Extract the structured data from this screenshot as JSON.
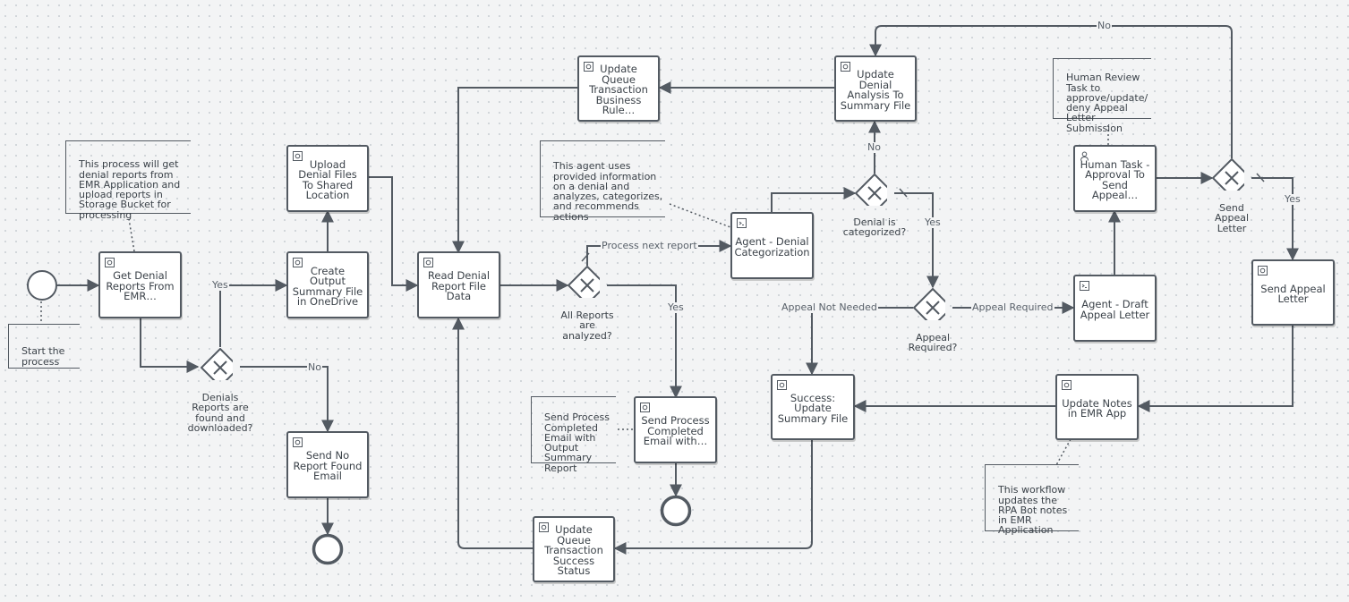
{
  "tasks": {
    "get_denial": "Get Denial Reports From EMR…",
    "create_output": "Create Output Summary File in OneDrive",
    "upload_denial": "Upload Denial Files To Shared Location",
    "send_no_report": "Send No Report Found Email",
    "read_denial": "Read Denial Report File Data",
    "update_queue_rule": "Update Queue Transaction Business Rule…",
    "update_queue_success": "Update Queue Transaction Success Status",
    "send_process_completed": "Send Process Completed Email with…",
    "agent_categorization": "Agent - Denial Categorization",
    "update_denial_analysis": "Update Denial Analysis To Summary File",
    "success_update": "Success: Update Summary File",
    "update_notes": "Update Notes in EMR App",
    "agent_draft": "Agent - Draft Appeal Letter",
    "human_task": "Human Task - Approval To Send Appeal…",
    "send_appeal_letter": "Send Appeal Letter"
  },
  "gateways": {
    "denials_found": "Denials Reports are found and downloaded?",
    "all_reports": "All Reports are analyzed?",
    "denial_categorized": "Denial is categorized?",
    "appeal_required": "Appeal Required?",
    "send_appeal": "Send Appeal Letter"
  },
  "annotations": {
    "start_note": "Start the process",
    "process_note": "This process will get denial reports from EMR Application and upload reports in Storage Bucket for processing",
    "agent_note": "This agent uses provided information on a denial and analyzes, categorizes, and recommends actions",
    "email_note": "Send Process Completed Email with Output Summary Report",
    "human_review_note": "Human Review Task to approve/update/ deny Appeal Letter Submission",
    "workflow_note": "This workflow updates the RPA Bot notes in EMR Application"
  },
  "flow_labels": {
    "yes_1": "Yes",
    "no_1": "No",
    "yes_2": "Yes",
    "process_next": "Process next report",
    "no_2": "No",
    "yes_3": "Yes",
    "appeal_not_needed": "Appeal Not Needed",
    "appeal_required": "Appeal Required",
    "no_top": "No",
    "yes_4": "Yes"
  },
  "colors": {
    "stroke": "#535a62",
    "task_fill": "#ffffff",
    "background": "#f3f4f5"
  },
  "icons": {
    "service_task": "gear-in-box-icon",
    "agent_task": "agent-icon",
    "user_task": "person-icon",
    "gateway": "exclusive-x-icon"
  }
}
